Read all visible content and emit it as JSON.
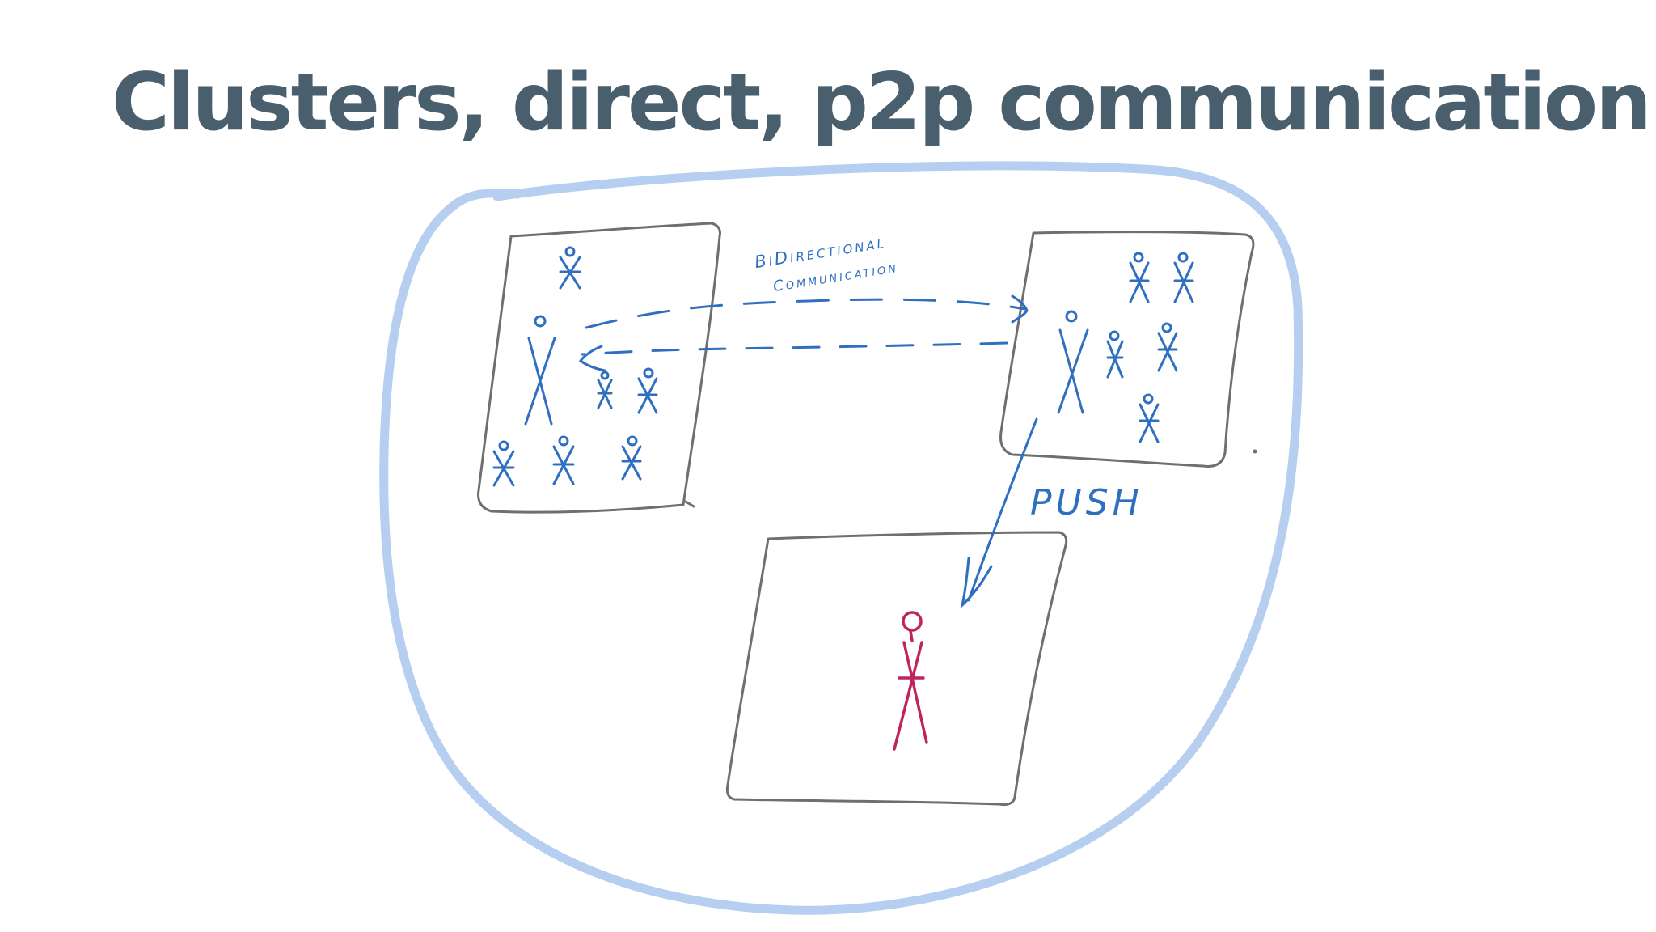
{
  "slide": {
    "title": "Clusters, direct, p2p communication"
  },
  "annotations": {
    "bidirectional_line1": "BiDirectional",
    "bidirectional_line2": "Communication",
    "push": "PUSH"
  },
  "colors": {
    "title": "#4a5f6e",
    "outer_boundary": "#a9c6ec",
    "box_outline": "#6f6f6f",
    "ink_blue": "#2f6fc0",
    "ink_red": "#c0245e"
  }
}
